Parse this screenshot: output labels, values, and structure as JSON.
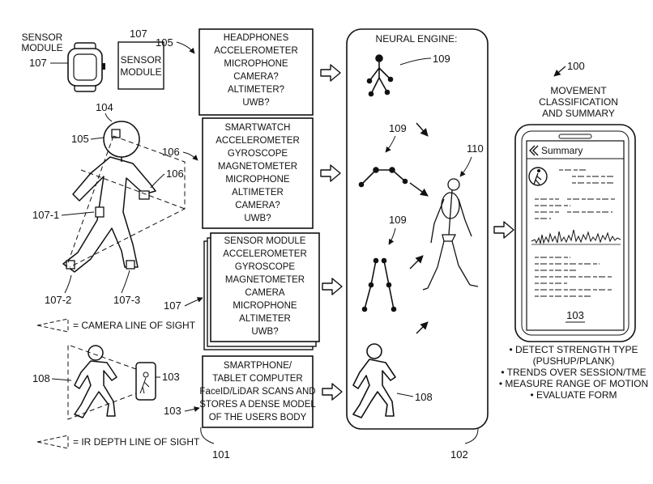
{
  "labels": {
    "sensor_module_text": "SENSOR\nMODULE",
    "sensor_module_num_left": "107",
    "sensor_module_num_top": "107",
    "sensor_module_box": "SENSOR\nMODULE",
    "ref_105_top": "105",
    "ref_104": "104",
    "ref_105_mid": "105",
    "ref_106_body": "106",
    "ref_107_1": "107-1",
    "ref_107_2": "107-2",
    "ref_107_3": "107-3",
    "camera_legend": "= CAMERA LINE OF SIGHT",
    "ref_108_left": "108",
    "ref_103_phone": "103",
    "ir_legend": "= IR DEPTH LINE OF SIGHT",
    "ref_106_box": "106",
    "ref_107_box": "107",
    "ref_103_box": "103",
    "ref_101": "101",
    "ref_102": "102",
    "neural_title": "NEURAL ENGINE:",
    "ref_109_a": "109",
    "ref_109_b": "109",
    "ref_109_c": "109",
    "ref_110": "110",
    "ref_108_right": "108",
    "ref_100": "100",
    "summary_title": "MOVEMENT\nCLASSIFICATION\nAND SUMMARY",
    "phone_header": "Summary",
    "ref_103_screen": "103"
  },
  "boxes": {
    "headphones": "HEADPHONES\nACCELEROMETER\nMICROPHONE\nCAMERA?\nALTIMETER?\nUWB?",
    "smartwatch": "SMARTWATCH\nACCELEROMETER\nGYROSCOPE\nMAGNETOMETER\nMICROPHONE\nALTIMETER\nCAMERA?\nUWB?",
    "sensor_module": "SENSOR MODULE\nACCELEROMETER\nGYROSCOPE\nMAGNETOMETER\nCAMERA\nMICROPHONE\nALTIMETER\nUWB?",
    "smartphone": "SMARTPHONE/\nTABLET COMPUTER\nFaceID/LiDAR SCANS AND\nSTORES A DENSE MODEL\nOF THE USERS BODY"
  },
  "bullets": "• DETECT STRENGTH TYPE\n(PUSHUP/PLANK)\n• TRENDS OVER SESSION/TME\n• MEASURE RANGE OF MOTION\n• EVALUATE FORM"
}
